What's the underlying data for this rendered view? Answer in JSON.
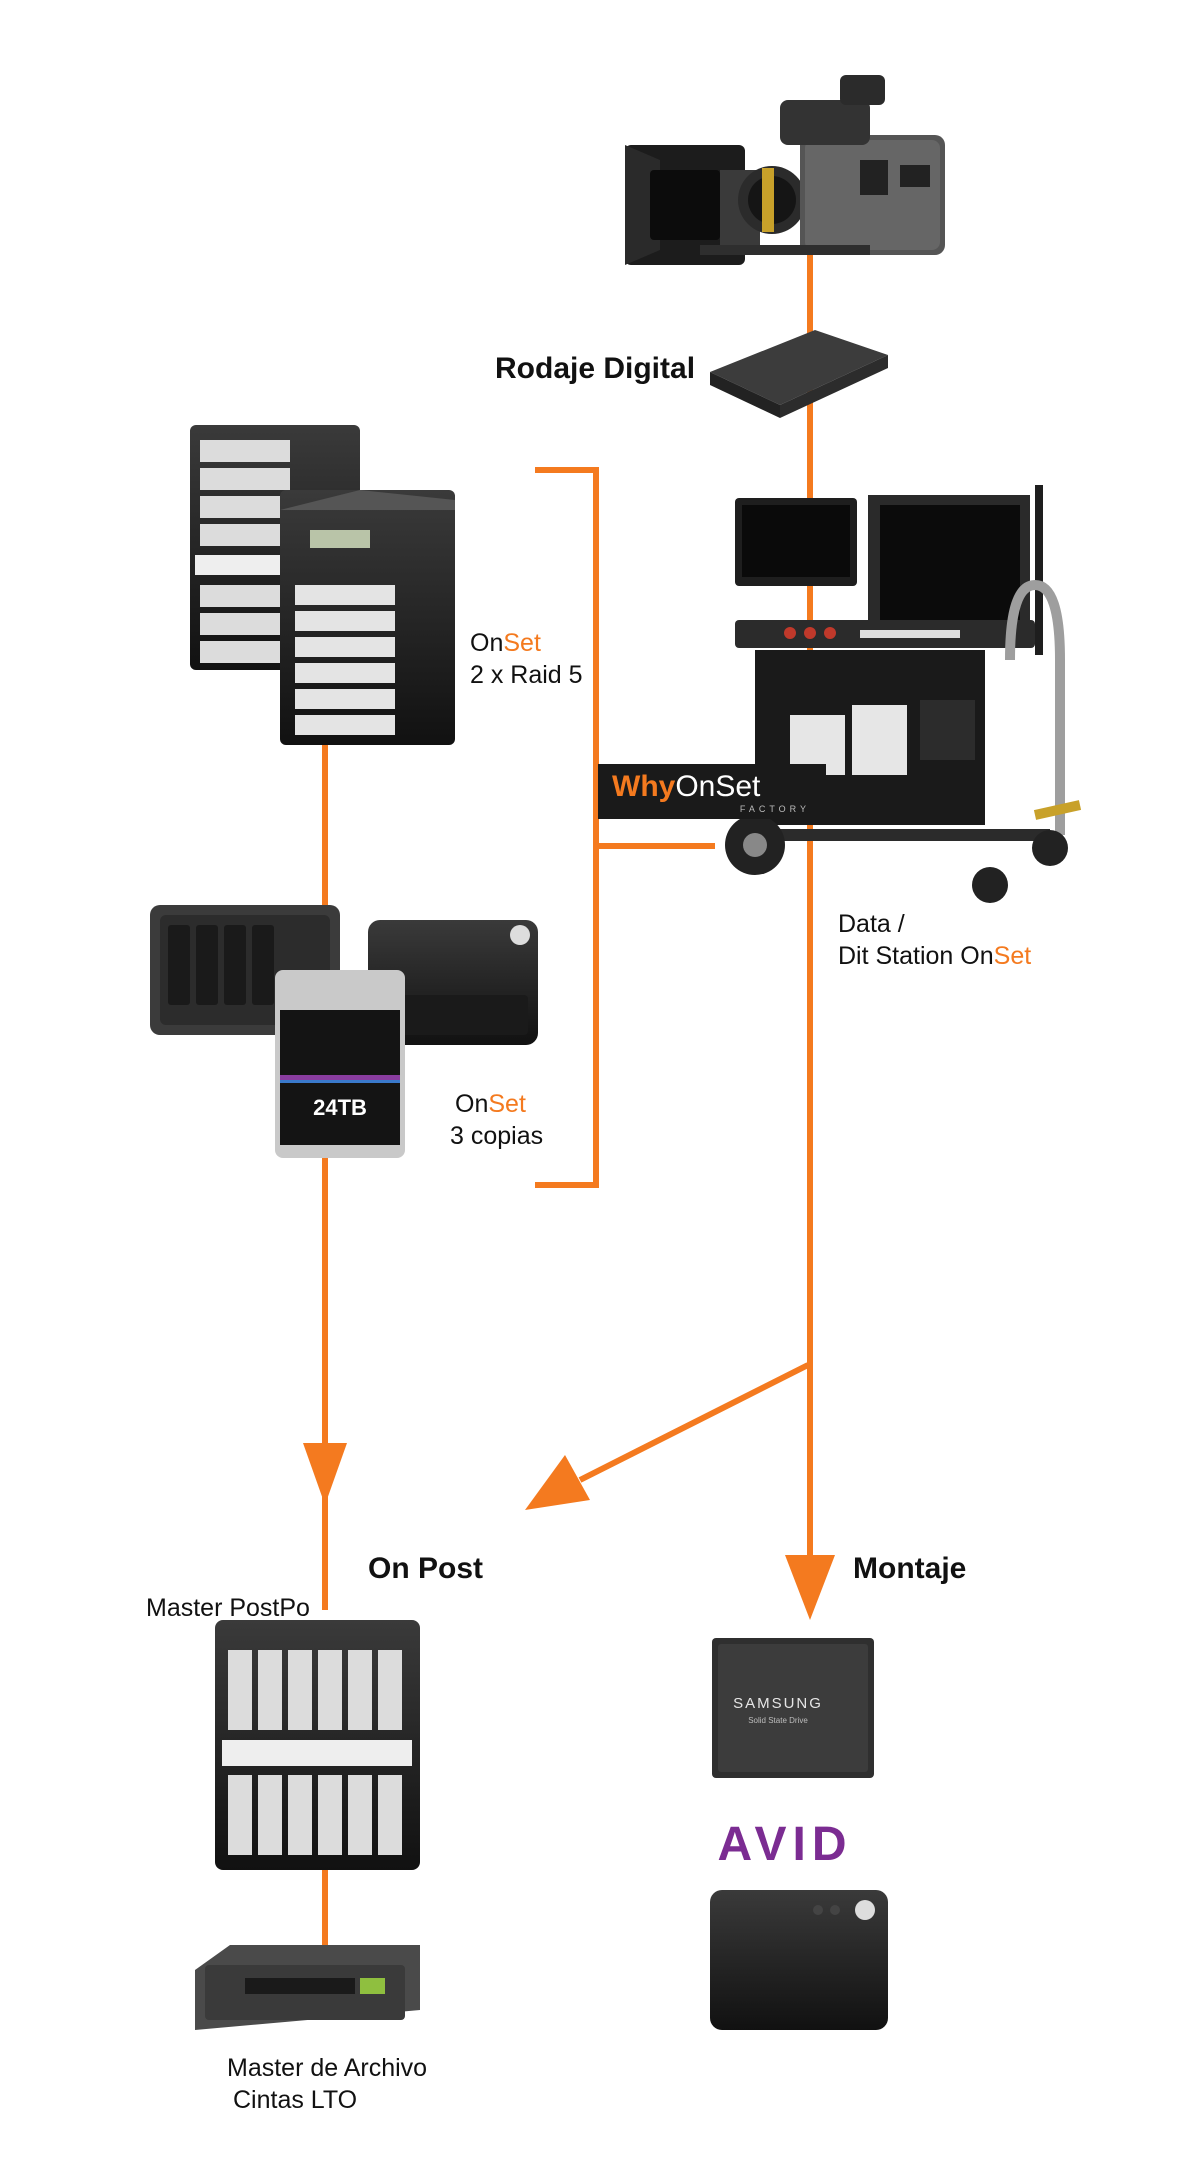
{
  "labels": {
    "rodaje": "Rodaje Digital",
    "onset1_prefix": "On",
    "onset1_accent": "Set",
    "onset1_detail": "2 x Raid 5",
    "onset2_prefix": "On",
    "onset2_accent": "Set",
    "onset2_detail": "3 copias",
    "dit_line1": "Data /",
    "dit_line2_prefix": "Dit Station On",
    "dit_line2_accent": "Set",
    "on_post": "On Post",
    "montaje": "Montaje",
    "master_postpo": "Master PostPo",
    "archivo_line1": "Master de Archivo",
    "archivo_line2": "Cintas LTO"
  },
  "logo": {
    "why": "Why",
    "onset": "OnSet",
    "factory": "FACTORY"
  },
  "device_text": {
    "hdd_capacity": "24TB",
    "ssd_brand": "SAMSUNG",
    "ssd_sub": "Solid State Drive",
    "avid": "AVID"
  },
  "colors": {
    "accent": "#f47a1f",
    "avid": "#7b2c92",
    "device_dark": "#1e1e1e",
    "device_light": "#e6e6e6"
  }
}
